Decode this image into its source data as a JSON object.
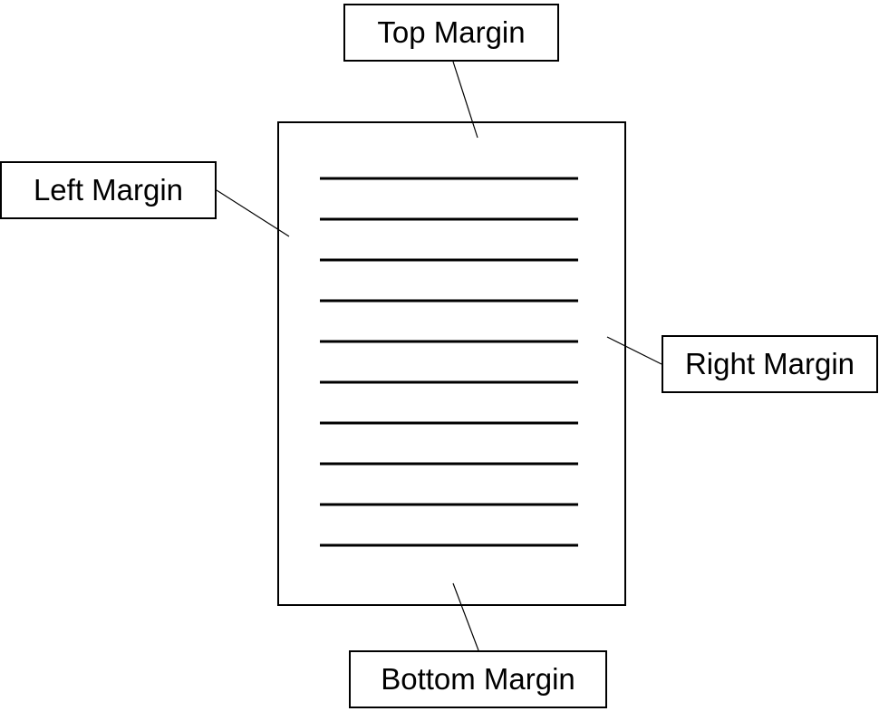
{
  "labels": {
    "top": "Top Margin",
    "left": "Left Margin",
    "right": "Right Margin",
    "bottom": "Bottom Margin"
  },
  "page": {
    "text_line_count": 10
  },
  "colors": {
    "stroke": "#000000",
    "background": "#ffffff"
  }
}
